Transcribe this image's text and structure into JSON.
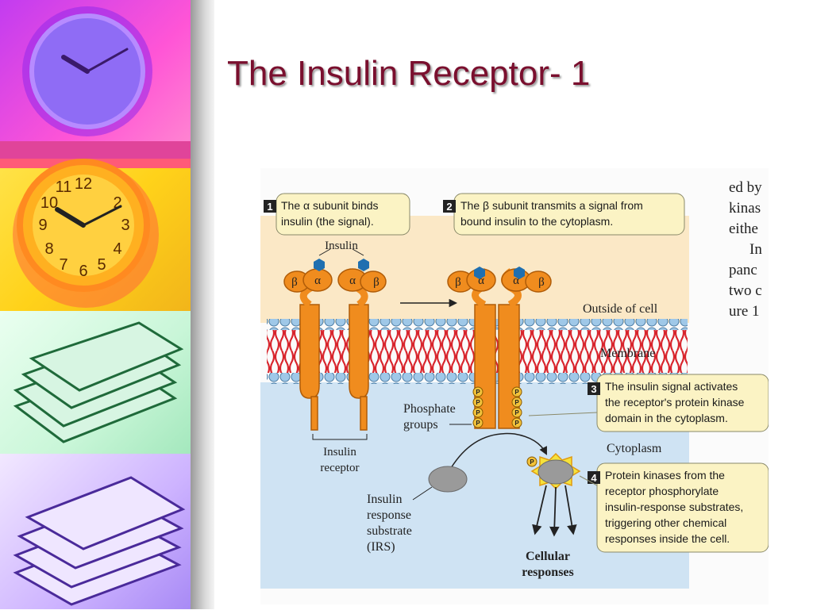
{
  "slide": {
    "title": "The Insulin Receptor- 1"
  },
  "figure": {
    "callouts": [
      {
        "number": "1",
        "lines": [
          "The α subunit binds",
          "insulin (the signal)."
        ]
      },
      {
        "number": "2",
        "lines": [
          "The β subunit transmits a signal from",
          "bound insulin to the cytoplasm."
        ]
      },
      {
        "number": "3",
        "lines": [
          "The insulin signal activates",
          "the receptor's protein kinase",
          "domain in the cytoplasm."
        ]
      },
      {
        "number": "4",
        "lines": [
          "Protein kinases from the",
          "receptor phosphorylate",
          "insulin-response substrates,",
          "triggering other chemical",
          "responses inside the cell."
        ]
      }
    ],
    "labels": {
      "insulin": "Insulin",
      "outside": "Outside of cell",
      "membrane": "Membrane",
      "cytoplasm": "Cytoplasm",
      "phosphate": [
        "Phosphate",
        "groups"
      ],
      "receptor": [
        "Insulin",
        "receptor"
      ],
      "irs": [
        "Insulin",
        "response",
        "substrate",
        "(IRS)"
      ],
      "cellular": [
        "Cellular",
        "responses"
      ],
      "alpha": "α",
      "beta": "β",
      "p": "P"
    },
    "bg_text": [
      "ed by",
      "kinas",
      "eithe",
      "In",
      "panc",
      "two c",
      "ure 1"
    ]
  },
  "colors": {
    "title": "#7a0f2e",
    "protein": "#f08c1e",
    "insulin": "#1f6fb0",
    "membrane_head": "#9fc8e8",
    "membrane_tail": "#d8242c",
    "callout_fill": "#fbf3c4",
    "outside_bg": "#fbe8c6",
    "cytoplasm_bg": "#cfe3f3"
  }
}
